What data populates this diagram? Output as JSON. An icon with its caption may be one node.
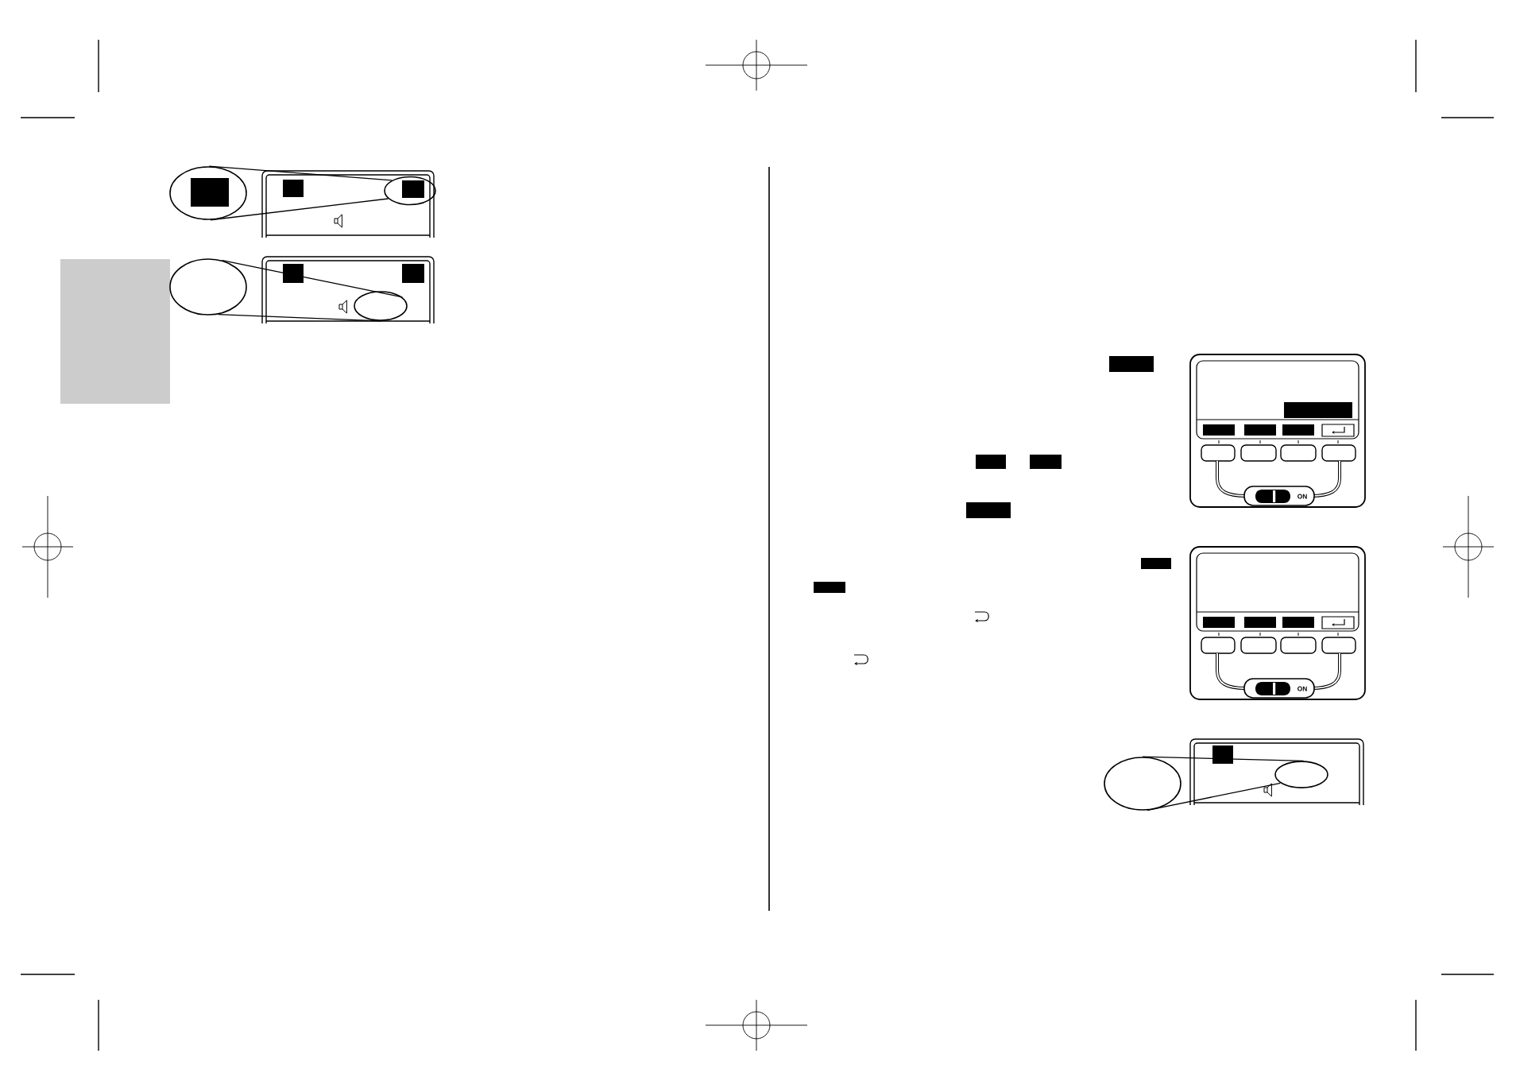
{
  "diagram": {
    "nodes": [
      {
        "text": [],
        "shape": "ellipse"
      },
      {
        "text": [],
        "shape": "ellipse"
      },
      {
        "text": [],
        "shape": "ellipse"
      },
      {
        "text": [],
        "shape": "ellipse"
      },
      {
        "text": [],
        "shape": "ellipse"
      },
      {
        "text": [],
        "shape": "ellipse"
      }
    ],
    "edges": [
      {
        "from": 0,
        "to": 1,
        "arrow": "none"
      },
      {
        "from": 0,
        "to": 1,
        "arrow": "none"
      },
      {
        "from": 2,
        "to": 3,
        "arrow": "none"
      },
      {
        "from": 2,
        "to": 3,
        "arrow": "none"
      },
      {
        "from": 4,
        "to": 5,
        "arrow": "none"
      },
      {
        "from": 4,
        "to": 5,
        "arrow": "none"
      }
    ],
    "labels": [
      "ON",
      "ON"
    ]
  }
}
